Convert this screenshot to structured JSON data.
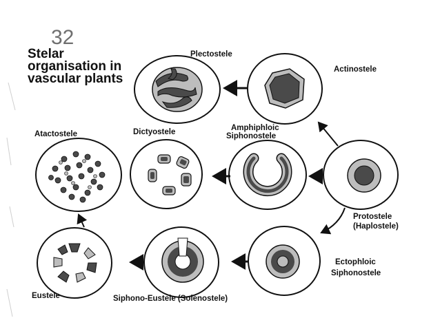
{
  "slide": {
    "number": "32",
    "title_lines": [
      "Stelar",
      "organisation in",
      "vascular plants"
    ]
  },
  "labels": {
    "plectostele": "Plectostele",
    "actinostele": "Actinostele",
    "atactostele": "Atactostele",
    "dictyostele": "Dictyostele",
    "amphiphloic_line1": "Amphiphloic",
    "amphiphloic_line2": "Siphonostele",
    "protostele_line1": "Protostele",
    "protostele_line2": "(Haplostele)",
    "ectophloic_line1": "Ectophloic",
    "ectophloic_line2": "Siphonostele",
    "eustele": "Eustele",
    "solenostele": "Siphono-Eustele (Solenostele)"
  },
  "colors": {
    "xylem_dark": "#4a4a4a",
    "phloem_light": "#bdbdbd",
    "outline": "#1a1a1a",
    "background": "#ffffff"
  }
}
